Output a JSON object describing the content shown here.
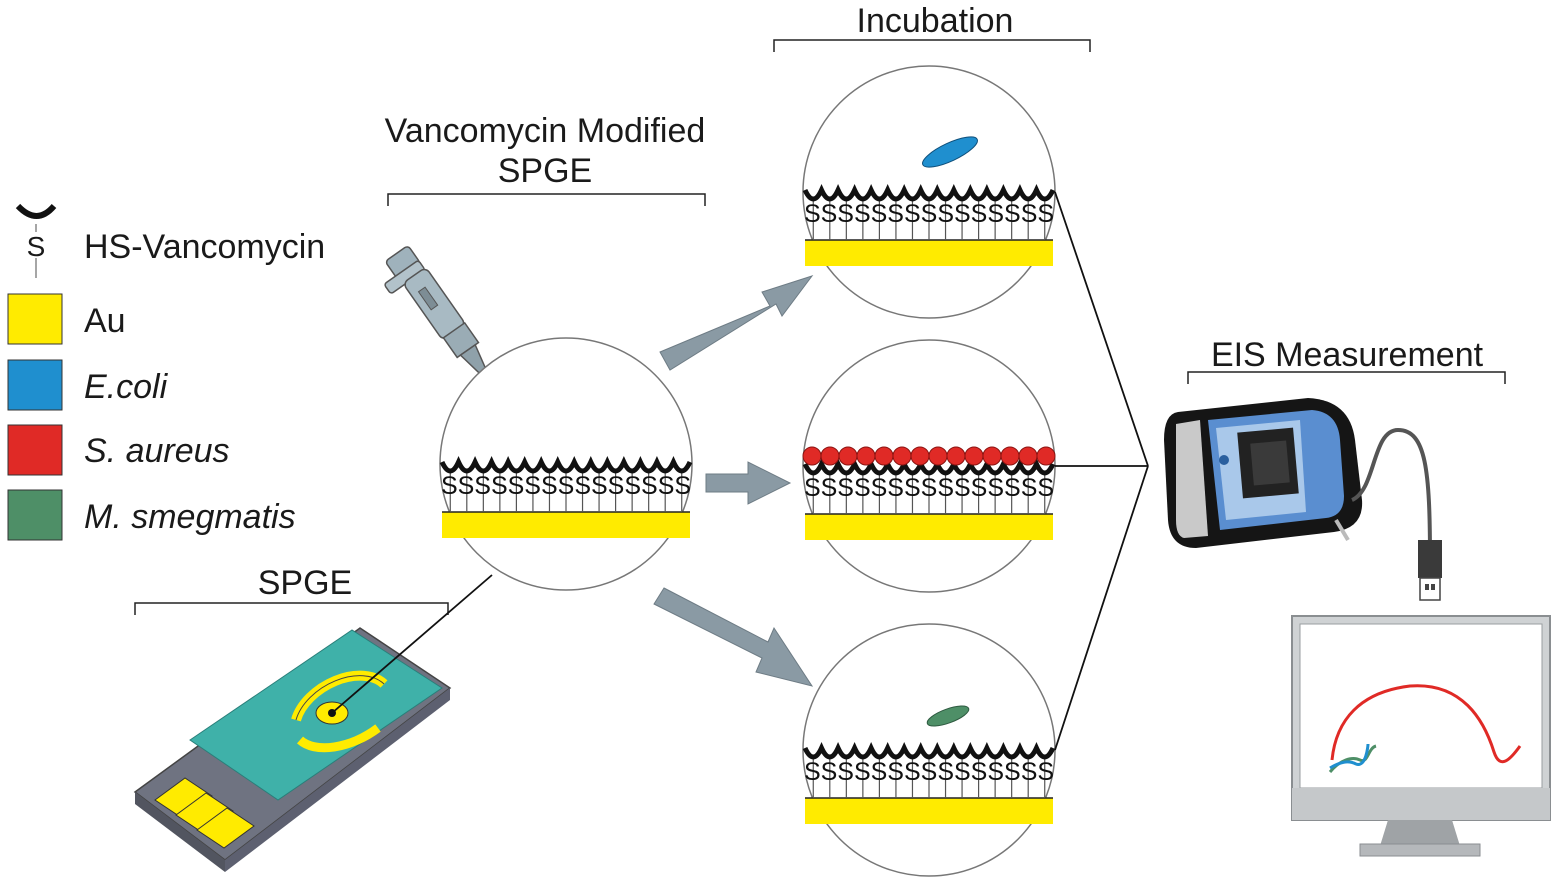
{
  "legend": {
    "linker": {
      "symbol": "S",
      "label": "HS-Vancomycin"
    },
    "items": [
      {
        "label": "Au",
        "color": "#ffeb00",
        "italic": false
      },
      {
        "label": "E.coli",
        "color": "#1f8fcf",
        "italic": true
      },
      {
        "label": "S. aureus",
        "color": "#e02a26",
        "italic": false
      },
      {
        "label": "M. smegmatis",
        "color": "#4e8f67",
        "italic": true
      }
    ]
  },
  "labels": {
    "spge": "SPGE",
    "modified_line1": "Vancomycin Modified",
    "modified_line2": "SPGE",
    "incubation": "Incubation",
    "eis": "EIS Measurement"
  },
  "monolayer": {
    "sulfur_text": "SSSSSSSSSSSSSSS"
  },
  "colors": {
    "gold": "#ffeb00",
    "ecoli": "#1f8fcf",
    "saureus": "#e02a26",
    "msmeg": "#4e8f67",
    "arrow": "#8a9aa4",
    "electrode_teal": "#3fb1a9",
    "electrode_frame": "#6f7381"
  }
}
